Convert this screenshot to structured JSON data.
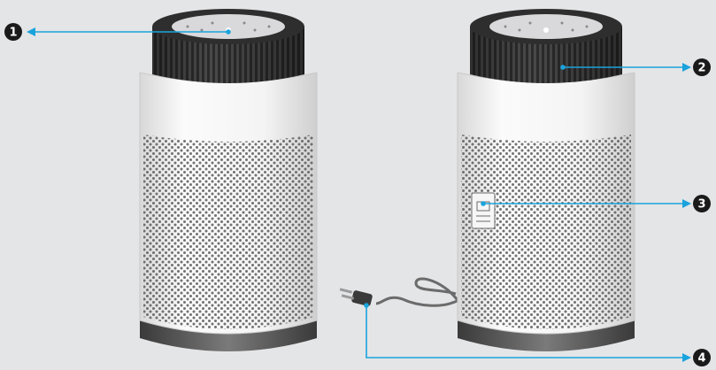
{
  "colors": {
    "background": "#e4e5e7",
    "leader_line": "#1aa3dc",
    "callout_fill": "#1a1a1a",
    "body": "#f6f6f6",
    "top_grip": "#3a3a3a",
    "control_panel": "#d9d9db",
    "base": "#4a4a4a",
    "perforation": "#5a5a5a"
  },
  "icons": {
    "callout_marker": "numbered-circle-icon",
    "plug": "power-plug-icon",
    "label": "rating-label-icon"
  },
  "callouts": [
    {
      "number": "1",
      "target": "control-panel"
    },
    {
      "number": "2",
      "target": "top-grip"
    },
    {
      "number": "3",
      "target": "rating-label"
    },
    {
      "number": "4",
      "target": "power-plug"
    }
  ]
}
